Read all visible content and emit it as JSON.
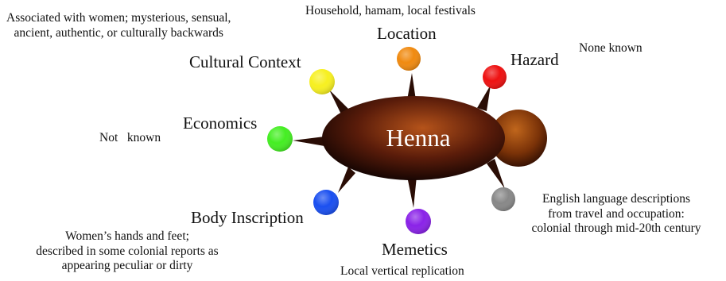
{
  "center": {
    "label": "Henna"
  },
  "nodes": {
    "location": {
      "label": "Location",
      "color": "#f08a10",
      "description": [
        "Household, hamam, local festivals"
      ]
    },
    "hazard": {
      "label": "Hazard",
      "color": "#ee1111",
      "description": [
        "None known"
      ]
    },
    "cultural_context": {
      "label": "Cultural Context",
      "color": "#f7f020",
      "description": [
        "Associated with women; mysterious, sensual,",
        "ancient, authentic, or culturally backwards"
      ]
    },
    "economics": {
      "label": "Economics",
      "color": "#44ee22",
      "description": [
        "Not   known"
      ]
    },
    "body_inscription": {
      "label": "Body Inscription",
      "color": "#1a4ff0",
      "description": [
        "Women’s hands and feet;",
        "described in some colonial reports as",
        "appearing peculiar or dirty"
      ]
    },
    "memetics": {
      "label": "Memetics",
      "color": "#8a22e8",
      "description": [
        "Local vertical replication"
      ]
    },
    "english": {
      "label": "",
      "color": "#888888",
      "description": [
        "English language descriptions",
        "from travel and occupation:",
        "colonial through mid-20th century"
      ]
    }
  }
}
